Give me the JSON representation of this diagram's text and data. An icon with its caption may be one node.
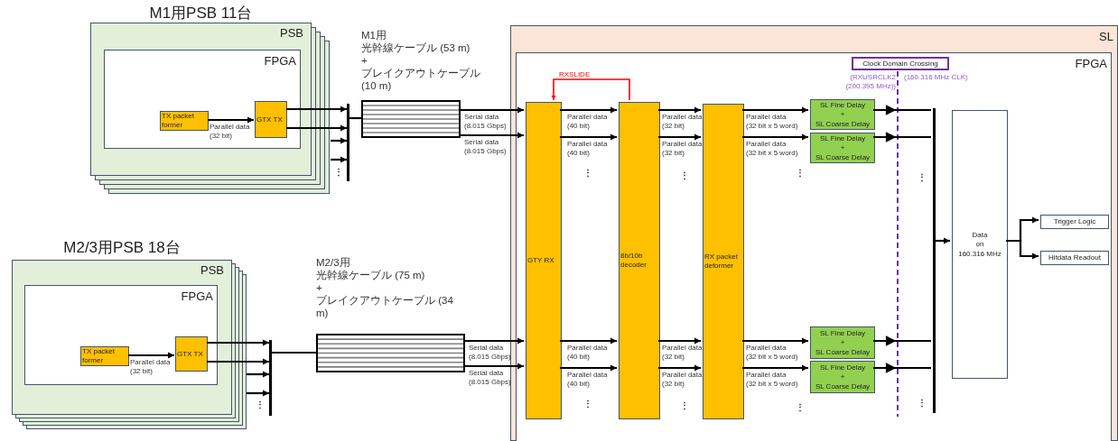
{
  "diagram": {
    "nodes": [
      {
        "text": [
          "M1用PSB 11台",
          "PSB"
        ]
      },
      {
        "text": [
          "FPGA"
        ],
        "in": 0
      },
      {
        "text": [
          "TX packet former"
        ],
        "in": 1
      },
      {
        "text": [
          "GTX TX"
        ],
        "in": 1
      },
      {
        "text": [
          "M1用",
          "光幹線ケーブル (53 m)",
          "+",
          "ブレイクアウトケーブル (10 m)"
        ]
      },
      {
        "text": [
          "M2/3用PSB 18台",
          "PSB"
        ]
      },
      {
        "text": [
          "FPGA"
        ],
        "in": 5
      },
      {
        "text": [
          "TX packet former"
        ],
        "in": 6
      },
      {
        "text": [
          "GTX TX"
        ],
        "in": 6
      },
      {
        "text": [
          "M2/3用",
          "光幹線ケーブル (75 m)",
          "+",
          "ブレイクアウトケーブル (34 m)"
        ]
      },
      {
        "text": [
          "SL"
        ]
      },
      {
        "text": [
          "FPGA"
        ],
        "in": 10
      },
      {
        "text": [
          "GTY RX"
        ],
        "in": 11
      },
      {
        "text": [
          "8b/10b decoder"
        ],
        "in": 11
      },
      {
        "text": [
          "RX packet deformer"
        ],
        "in": 11
      },
      {
        "text": [
          "SL Fine Delay",
          "+",
          "SL Coarse Delay"
        ],
        "in": 11
      },
      {
        "text": [
          "SL Fine Delay",
          "+",
          "SL Coarse Delay"
        ],
        "in": 11
      },
      {
        "text": [
          "SL Fine Delay",
          "+",
          "SL Coarse Delay"
        ],
        "in": 11
      },
      {
        "text": [
          "SL Fine Delay",
          "+",
          "SL Coarse Delay"
        ],
        "in": 11
      },
      {
        "text": [
          "Clock Domain Crossing"
        ],
        "beside": [
          "(RXUSRCLK2 (200.395 MHz))",
          "(160.316 MHz CLK)"
        ],
        "in": 11
      },
      {
        "text": [
          "Data",
          "on",
          "160.316 MHz"
        ],
        "in": 11
      },
      {
        "text": [
          "Trigger Logic"
        ],
        "in": 11
      },
      {
        "text": [
          "Hitdata Readout"
        ],
        "in": 11
      },
      {
        "text": [],
        "shape": "bar"
      },
      {
        "text": [],
        "shape": "bar"
      },
      {
        "text": [],
        "shape": "bar",
        "in": 11
      }
    ],
    "edges": [
      {
        "from": 3,
        "to": 23,
        "arrow": "to"
      },
      {
        "from": 3,
        "to": 23,
        "arrow": "to"
      },
      {
        "from": 0,
        "to": 23,
        "arrow": "to"
      },
      {
        "from": 0,
        "to": 23,
        "arrow": "to"
      },
      {
        "from": 23,
        "to": 4,
        "arrow": "none"
      },
      {
        "from": 4,
        "to": 12,
        "arrow": "to",
        "label": "Serial data (8.015 Gbps)"
      },
      {
        "from": 4,
        "to": 12,
        "arrow": "to",
        "label": "Serial data (8.015 Gbps)"
      },
      {
        "from": 8,
        "to": 24,
        "arrow": "to"
      },
      {
        "from": 8,
        "to": 24,
        "arrow": "to"
      },
      {
        "from": 5,
        "to": 24,
        "arrow": "to"
      },
      {
        "from": 5,
        "to": 24,
        "arrow": "to"
      },
      {
        "from": 24,
        "to": 9,
        "arrow": "none"
      },
      {
        "from": 9,
        "to": 12,
        "arrow": "to",
        "label": "Serial data (8.015 Gbps)"
      },
      {
        "from": 9,
        "to": 12,
        "arrow": "to",
        "label": "Serial data (8.015 Gbps)"
      },
      {
        "from": 13,
        "to": 12,
        "arrow": "to",
        "label": "RXSLIDE",
        "color": "#ff0000"
      },
      {
        "from": 12,
        "to": 13,
        "arrow": "to",
        "label": "Parallel data (40 bit)"
      },
      {
        "from": 12,
        "to": 13,
        "arrow": "to",
        "label": "Parallel data (40 bit)"
      },
      {
        "from": 12,
        "to": 13,
        "arrow": "to",
        "label": "Parallel data (40 bit)"
      },
      {
        "from": 12,
        "to": 13,
        "arrow": "to",
        "label": "Parallel data (40 bit)"
      },
      {
        "from": 13,
        "to": 14,
        "arrow": "to",
        "label": "Parallel data (32 bit)"
      },
      {
        "from": 13,
        "to": 14,
        "arrow": "to",
        "label": "Parallel data (32 bit)"
      },
      {
        "from": 13,
        "to": 14,
        "arrow": "to",
        "label": "Parallel data (32 bit)"
      },
      {
        "from": 13,
        "to": 14,
        "arrow": "to",
        "label": "Parallel data (32 bit)"
      },
      {
        "from": 14,
        "to": 15,
        "arrow": "to",
        "label": "Parallel data (32 bit x 5 word)"
      },
      {
        "from": 14,
        "to": 16,
        "arrow": "to",
        "label": "Parallel data (32 bit x 5 word)"
      },
      {
        "from": 14,
        "to": 17,
        "arrow": "to",
        "label": "Parallel data (32 bit x 5 word)"
      },
      {
        "from": 14,
        "to": 18,
        "arrow": "to",
        "label": "Parallel data (32 bit x 5 word)"
      },
      {
        "from": 15,
        "to": 25,
        "arrow": "to"
      },
      {
        "from": 16,
        "to": 25,
        "arrow": "to"
      },
      {
        "from": 17,
        "to": 25,
        "arrow": "to"
      },
      {
        "from": 18,
        "to": 25,
        "arrow": "to"
      },
      {
        "from": 25,
        "to": 20,
        "arrow": "to"
      },
      {
        "from": 20,
        "to": 21,
        "arrow": "to"
      },
      {
        "from": 20,
        "to": 22,
        "arrow": "to"
      },
      {
        "from": 2,
        "to": 3,
        "arrow": "to",
        "label": "Parallel data (32 bit)"
      },
      {
        "from": 7,
        "to": 8,
        "arrow": "to",
        "label": "Parallel data (32 bit)"
      }
    ],
    "labels": [
      "⋮",
      "⋮",
      "⋮",
      "⋮",
      "⋮",
      "⋮",
      "⋮",
      "⋮",
      "⋮",
      "⋮"
    ]
  }
}
